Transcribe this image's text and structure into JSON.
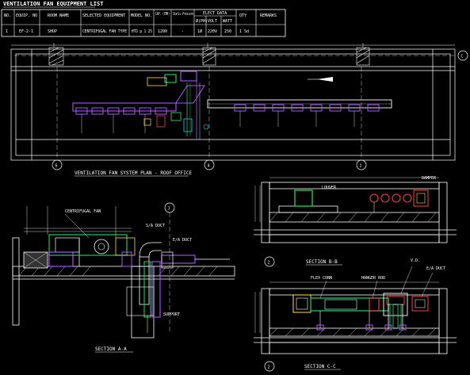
{
  "equipment_list": {
    "title": "VENTILATION FAN EQUIPMENT LIST",
    "headers": [
      "NO.",
      "EQUIP. NO",
      "ROOM NAME",
      "SELECTED EQUIPMENT",
      "MODEL NO.",
      "CAP. (CMH)",
      "Static Pressure",
      "ELECT DATA",
      "QTY",
      "REMARKS"
    ],
    "sub_headers": [
      "Ø(PH)",
      "VOLT",
      "WATT"
    ],
    "row": [
      "1",
      "EF-2-1",
      "SHOP",
      "CENTRIFUGAL FAN TYPE",
      "HTD p 1 25",
      "1200",
      "-",
      "1Ø",
      "220V",
      "250",
      "1 Sd",
      ""
    ]
  },
  "plan": {
    "title": "VENTILATION FAN SYSTEM PLAN - ROOF OFFICE",
    "grid_labels": [
      "6",
      "4",
      "1",
      "C"
    ]
  },
  "sections": {
    "a_title": "SECTION A-A",
    "b_title": "SECTION B-B",
    "c_title": "SECTION C-C",
    "marker_a": "J",
    "marker_b": "2",
    "marker_c": "2",
    "detail_note": "CENTRIFUGAL FAN",
    "notes": [
      "S/A DUCT",
      "E/A DUCT",
      "SUPPORT",
      "LOUVER",
      "DAMPER",
      "FLEX CONN",
      "HANGER ROD",
      "V.D."
    ]
  },
  "colors": {
    "background": "#000000",
    "line": "#ffffff",
    "duct": "#a855f7",
    "green": "#22c55e",
    "red": "#ef4444",
    "cyan": "#22d3ee",
    "yellow": "#fde047"
  }
}
